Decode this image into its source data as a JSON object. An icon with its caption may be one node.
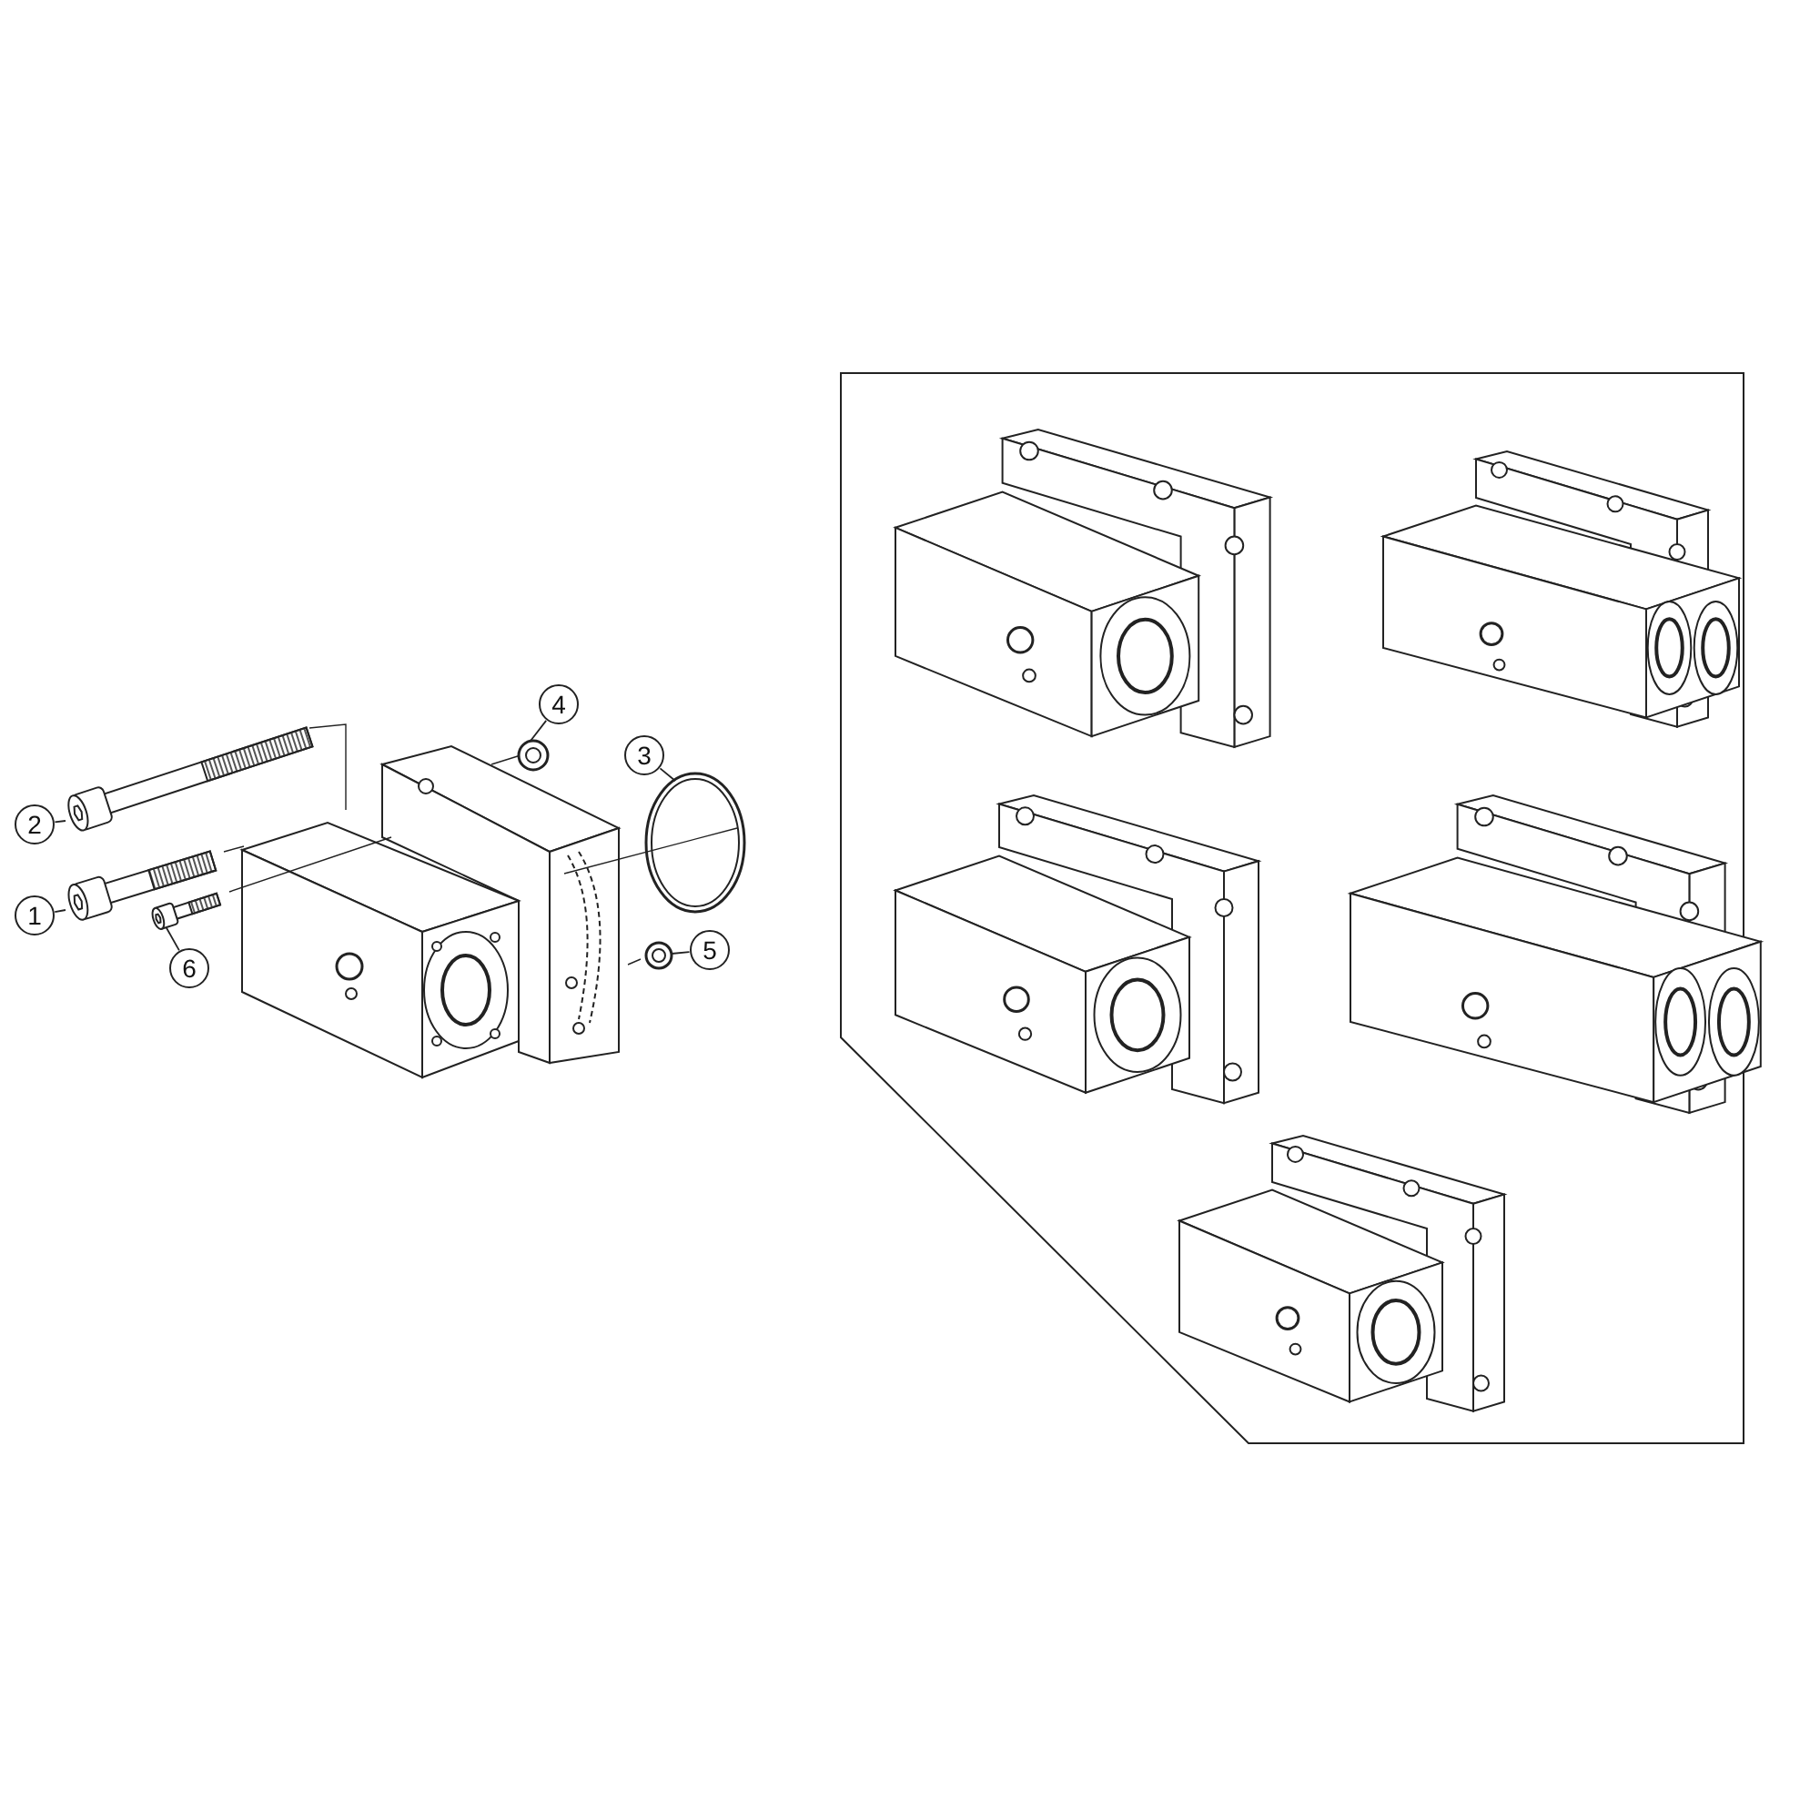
{
  "diagram": {
    "nodes": [
      {
        "text": [
          "4"
        ]
      },
      {
        "text": [
          "3"
        ]
      },
      {
        "text": [
          "2"
        ]
      },
      {
        "text": [
          "1"
        ]
      },
      {
        "text": [
          "5"
        ]
      },
      {
        "text": [
          "6"
        ]
      },
      {
        "text": [],
        "shape": "picture"
      },
      {
        "text": [],
        "shape": "picture"
      },
      {
        "text": [],
        "shape": "picture"
      },
      {
        "text": [],
        "shape": "picture"
      },
      {
        "text": [],
        "shape": "picture"
      },
      {
        "text": [],
        "shape": "picture"
      }
    ],
    "edges": [
      {
        "from": 0,
        "to": 6,
        "arrow": "none"
      },
      {
        "from": 1,
        "to": 7,
        "arrow": "none"
      },
      {
        "from": 2,
        "to": 8,
        "arrow": "none"
      },
      {
        "from": 3,
        "to": 9,
        "arrow": "none"
      },
      {
        "from": 4,
        "to": 10,
        "arrow": "none"
      },
      {
        "from": 5,
        "to": 11,
        "arrow": "none"
      }
    ]
  }
}
